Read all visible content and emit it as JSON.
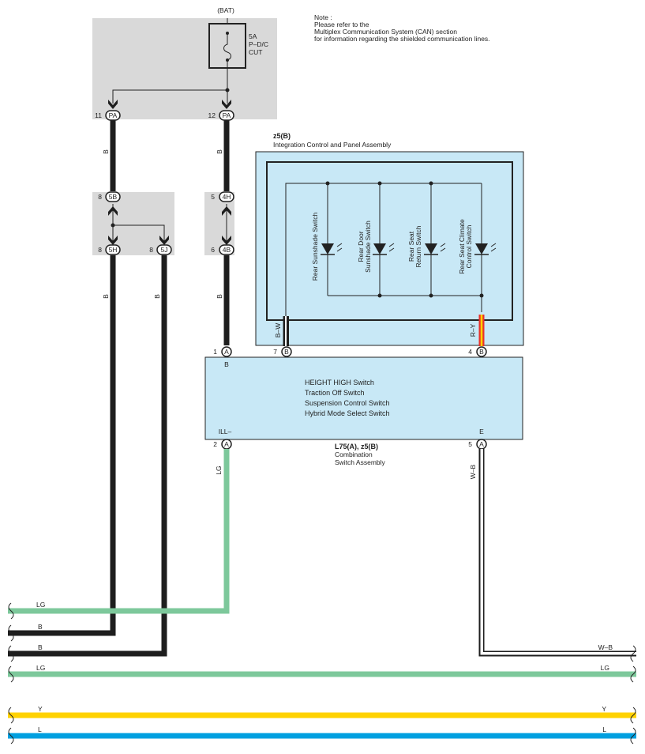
{
  "note": {
    "heading": "Note :",
    "line1": "Please refer to the",
    "line2": "Multiplex Communication System (CAN) section",
    "line3": "for information regarding the shielded communication lines."
  },
  "fuse": {
    "source": "(BAT)",
    "rating": "5A",
    "name_line1": "P–D/C",
    "name_line2": "CUT"
  },
  "connectors": {
    "pa11": {
      "pin": "11",
      "code": "PA"
    },
    "pa12": {
      "pin": "12",
      "code": "PA"
    },
    "c5b": {
      "pin": "8",
      "code": "5B"
    },
    "c5h": {
      "pin": "8",
      "code": "5H"
    },
    "c5j": {
      "pin": "8",
      "code": "5J"
    },
    "c4h": {
      "pin": "5",
      "code": "4H"
    },
    "c4b": {
      "pin": "6",
      "code": "4B"
    },
    "a1": {
      "pin": "1",
      "code": "A"
    },
    "b7": {
      "pin": "7",
      "code": "B"
    },
    "b4": {
      "pin": "4",
      "code": "B"
    },
    "a2": {
      "pin": "2",
      "code": "A"
    },
    "a5": {
      "pin": "5",
      "code": "A"
    }
  },
  "integration": {
    "id": "z5(B)",
    "name": "Integration Control and Panel Assembly",
    "switches": [
      {
        "line1": "Rear Sunshade Switch",
        "line2": ""
      },
      {
        "line1": "Rear Door",
        "line2": "Sunshade Switch"
      },
      {
        "line1": "Rear Seat",
        "line2": "Return Switch"
      },
      {
        "line1": "Rear Seat Climate",
        "line2": "Control Switch"
      }
    ]
  },
  "combination": {
    "id": "L75(A), z5(B)",
    "name_line1": "Combination",
    "name_line2": "Switch Assembly",
    "functions": [
      "HEIGHT HIGH Switch",
      "Traction Off Switch",
      "Suspension Control Switch",
      "Hybrid Mode Select Switch"
    ],
    "pin_b_label": "B",
    "pin_ill_label": "ILL–",
    "pin_e_label": "E"
  },
  "wire_labels": {
    "b_pa11": "B",
    "b_pa12": "B",
    "b_5h": "B",
    "b_5j": "B",
    "b_4b": "B",
    "bw": "B–W",
    "ry": "R–Y",
    "lg_a2": "LG",
    "wb_a5": "W–B"
  },
  "bus": [
    {
      "left": "LG",
      "right": "",
      "color": "#7dc89b"
    },
    {
      "left": "B",
      "right": "",
      "color": "#1e1e1e"
    },
    {
      "left": "B",
      "right": "",
      "color": "#1e1e1e"
    },
    {
      "left": "",
      "right": "W–B",
      "color": "#ffffff"
    },
    {
      "left": "LG",
      "right": "LG",
      "color": "#7dc89b"
    },
    {
      "left": "Y",
      "right": "Y",
      "color": "#ffd200"
    },
    {
      "left": "L",
      "right": "L",
      "color": "#00a0e0"
    }
  ],
  "colors": {
    "panel_gray": "#d9d9d9",
    "component_blue": "#c8e8f6",
    "wire_black": "#1e1e1e",
    "wire_lg": "#7dc89b",
    "wire_yellow": "#ffd200",
    "wire_blue": "#00a0e0",
    "wire_red": "#e8322a"
  }
}
